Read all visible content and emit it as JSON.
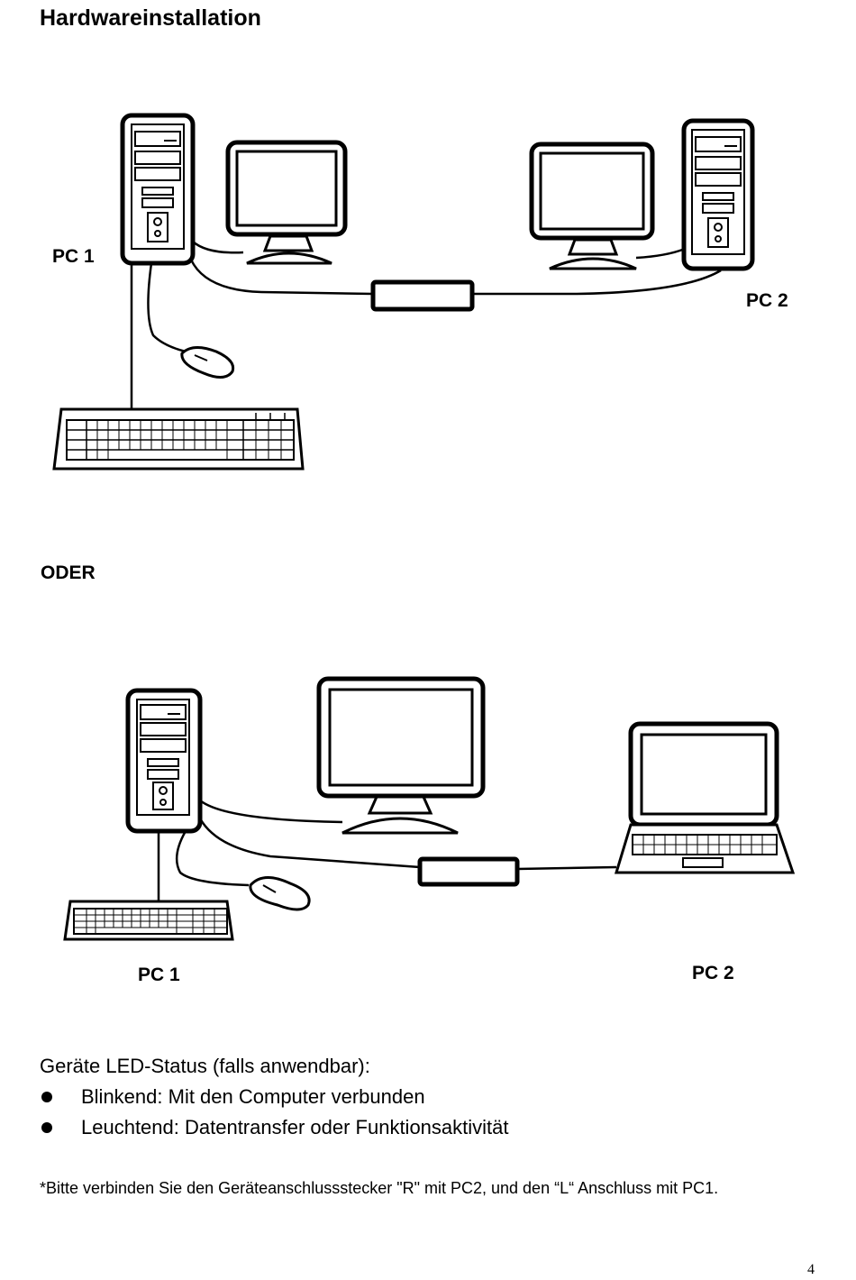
{
  "heading": "Hardwareinstallation",
  "diagram_top": {
    "pc1_label": "PC 1",
    "pc2_label": "PC 2"
  },
  "oder": "ODER",
  "diagram_bottom": {
    "pc1_label": "PC 1",
    "pc2_label": "PC 2"
  },
  "led_status": {
    "title": "Geräte LED-Status (falls anwendbar):",
    "items": [
      "Blinkend: Mit den Computer verbunden",
      "Leuchtend: Datentransfer oder Funktionsaktivität"
    ]
  },
  "note": "*Bitte verbinden Sie den Geräteanschlussstecker \"R\" mit PC2, und den “L“ Anschluss mit PC1.",
  "page_number": "4"
}
